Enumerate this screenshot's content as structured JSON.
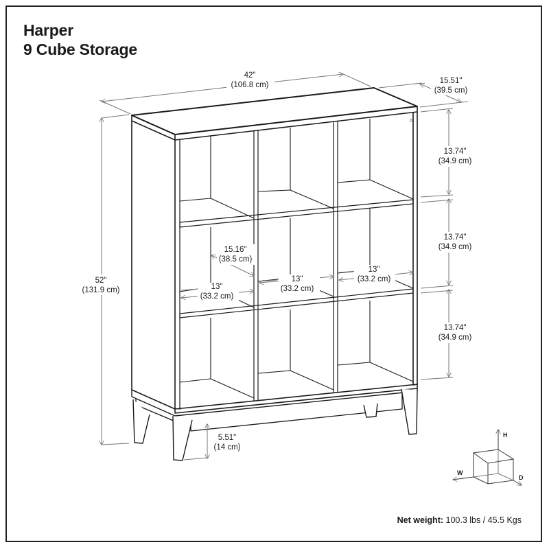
{
  "title": {
    "line1": "Harper",
    "line2": "9 Cube Storage"
  },
  "dimensions": {
    "width": {
      "in": "42\"",
      "cm": "(106.8 cm)"
    },
    "depth": {
      "in": "15.51\"",
      "cm": "(39.5 cm)"
    },
    "height": {
      "in": "52\"",
      "cm": "(131.9 cm)"
    },
    "cube_height_top": {
      "in": "13.74\"",
      "cm": "(34.9 cm)"
    },
    "cube_height_middle": {
      "in": "13.74\"",
      "cm": "(34.9 cm)"
    },
    "cube_height_bottom": {
      "in": "13.74\"",
      "cm": "(34.9 cm)"
    },
    "cube_depth": {
      "in": "15.16\"",
      "cm": "(38.5 cm)"
    },
    "cube_width_left": {
      "in": "13\"",
      "cm": "(33.2 cm)"
    },
    "cube_width_center": {
      "in": "13\"",
      "cm": "(33.2 cm)"
    },
    "cube_width_right": {
      "in": "13\"",
      "cm": "(33.2 cm)"
    },
    "leg_height": {
      "in": "5.51\"",
      "cm": "(14 cm)"
    }
  },
  "axis_legend": {
    "h": "H",
    "w": "W",
    "d": "D"
  },
  "weight": {
    "label": "Net weight:",
    "value": "100.3 lbs / 45.5 Kgs"
  }
}
